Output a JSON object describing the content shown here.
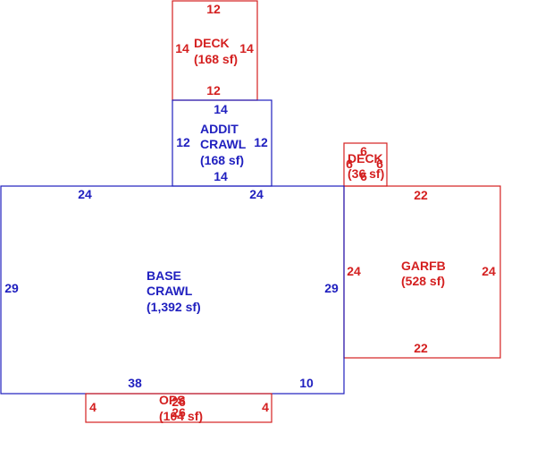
{
  "colors": {
    "blue": "#1f1fbf",
    "red": "#d42020"
  },
  "areas": [
    {
      "id": "deck-top",
      "name": "DECK",
      "area": "(168 sf)",
      "color": "red",
      "dims": {
        "top": "12",
        "bottom": "12",
        "left": "14",
        "right": "14"
      }
    },
    {
      "id": "addit-crawl",
      "name_line1": "ADDIT",
      "name_line2": "CRAWL",
      "area": "(168 sf)",
      "color": "blue",
      "dims": {
        "top": "14",
        "bottom": "14",
        "left": "12",
        "right": "12"
      }
    },
    {
      "id": "deck-small",
      "name": "DECK",
      "area": "(36 sf)",
      "color": "red",
      "dims": {
        "top": "6",
        "bottom": "6",
        "left": "6",
        "right": "6"
      }
    },
    {
      "id": "base-crawl",
      "name_line1": "BASE",
      "name_line2": "CRAWL",
      "area": "(1,392 sf)",
      "color": "blue",
      "dims": {
        "top_left": "24",
        "top_right": "24",
        "left": "29",
        "right": "29",
        "bottom_left": "38",
        "bottom_right": "10"
      }
    },
    {
      "id": "garfb",
      "name": "GARFB",
      "area": "(528 sf)",
      "color": "red",
      "dims": {
        "top": "22",
        "bottom": "22",
        "left": "24",
        "right": "24"
      }
    },
    {
      "id": "ops",
      "name": "OPS",
      "area": "(104 sf)",
      "color": "red",
      "dims": {
        "top": "26",
        "bottom": "26",
        "left": "4",
        "right": "4"
      }
    }
  ]
}
